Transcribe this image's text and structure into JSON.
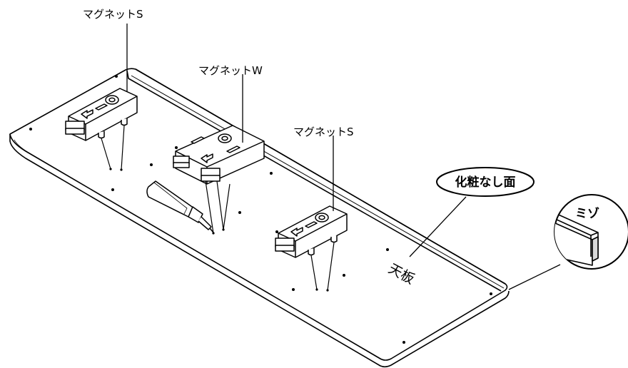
{
  "labels": {
    "magnet_s_left": "マグネットS",
    "magnet_w": "マグネットW",
    "magnet_s_right": "マグネットS",
    "no_finish_face": "化粧なし面",
    "groove": "ミゾ",
    "top_board": "天板"
  },
  "colors": {
    "line": "#000000",
    "board": "#ffffff",
    "shade": "#d8d8d8"
  },
  "icons": [
    "glue-tube-icon",
    "arrow-left-icon",
    "magnet-part-icon"
  ]
}
